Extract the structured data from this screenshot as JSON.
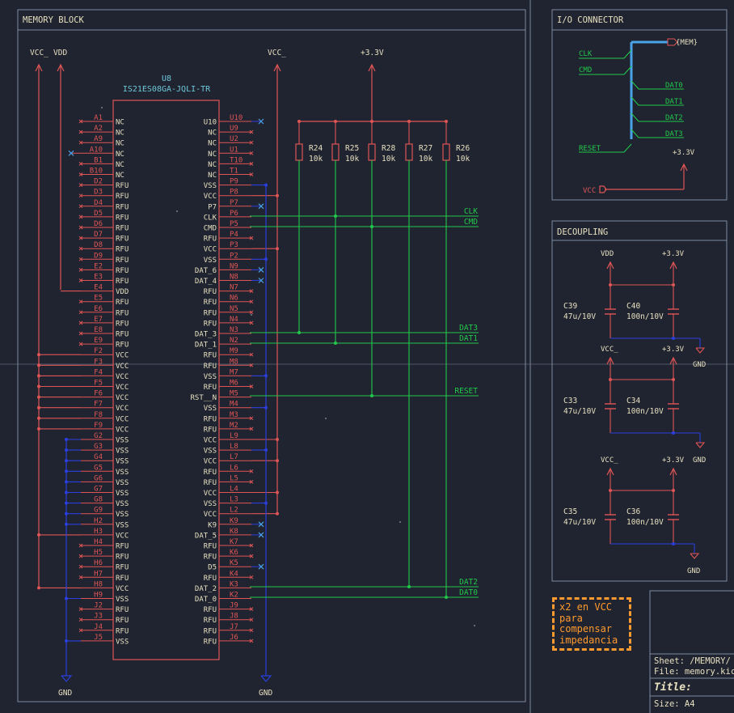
{
  "blocks": {
    "memory": "MEMORY BLOCK",
    "io": "I/O CONNECTOR",
    "decoupling": "DECOUPLING"
  },
  "chip": {
    "ref": "U8",
    "part": "IS21ES08GA-JQLI-TR",
    "left_pins": [
      [
        "A1",
        "NC"
      ],
      [
        "A2",
        "NC"
      ],
      [
        "A9",
        "NC"
      ],
      [
        "A10",
        "NC"
      ],
      [
        "B1",
        "NC"
      ],
      [
        "B10",
        "NC"
      ],
      [
        "D2",
        "RFU"
      ],
      [
        "D3",
        "RFU"
      ],
      [
        "D4",
        "RFU"
      ],
      [
        "D5",
        "RFU"
      ],
      [
        "D6",
        "RFU"
      ],
      [
        "D7",
        "RFU"
      ],
      [
        "D8",
        "RFU"
      ],
      [
        "D9",
        "RFU"
      ],
      [
        "E2",
        "RFU"
      ],
      [
        "E3",
        "RFU"
      ],
      [
        "E4",
        "VDD"
      ],
      [
        "E5",
        "RFU"
      ],
      [
        "E6",
        "RFU"
      ],
      [
        "E7",
        "RFU"
      ],
      [
        "E8",
        "RFU"
      ],
      [
        "E9",
        "RFU"
      ],
      [
        "F2",
        "VCC"
      ],
      [
        "F3",
        "VCC"
      ],
      [
        "F4",
        "VCC"
      ],
      [
        "F5",
        "VCC"
      ],
      [
        "F6",
        "VCC"
      ],
      [
        "F7",
        "VCC"
      ],
      [
        "F8",
        "VCC"
      ],
      [
        "F9",
        "VCC"
      ],
      [
        "G2",
        "VSS"
      ],
      [
        "G3",
        "VSS"
      ],
      [
        "G4",
        "VSS"
      ],
      [
        "G5",
        "VSS"
      ],
      [
        "G6",
        "VSS"
      ],
      [
        "G7",
        "VSS"
      ],
      [
        "G8",
        "VSS"
      ],
      [
        "G9",
        "VSS"
      ],
      [
        "H2",
        "VSS"
      ],
      [
        "H3",
        "VCC"
      ],
      [
        "H4",
        "RFU"
      ],
      [
        "H5",
        "RFU"
      ],
      [
        "H6",
        "RFU"
      ],
      [
        "H7",
        "RFU"
      ],
      [
        "H8",
        "VCC"
      ],
      [
        "H9",
        "VSS"
      ],
      [
        "J2",
        "RFU"
      ],
      [
        "J3",
        "RFU"
      ],
      [
        "J4",
        "RFU"
      ],
      [
        "J5",
        "VSS"
      ]
    ],
    "right_pins": [
      [
        "U10",
        "U10"
      ],
      [
        "NC",
        "U9"
      ],
      [
        "NC",
        "U2"
      ],
      [
        "NC",
        "U1"
      ],
      [
        "NC",
        "T10"
      ],
      [
        "NC",
        "T1"
      ],
      [
        "VSS",
        "P9"
      ],
      [
        "VCC",
        "P8"
      ],
      [
        "P7",
        "P7"
      ],
      [
        "CLK",
        "P6"
      ],
      [
        "CMD",
        "P5"
      ],
      [
        "RFU",
        "P4"
      ],
      [
        "VCC",
        "P3"
      ],
      [
        "VSS",
        "P2"
      ],
      [
        "DAT_6",
        "N9"
      ],
      [
        "DAT_4",
        "N8"
      ],
      [
        "RFU",
        "N7"
      ],
      [
        "RFU",
        "N6"
      ],
      [
        "RFU",
        "N5"
      ],
      [
        "RFU",
        "N4"
      ],
      [
        "DAT_3",
        "N3"
      ],
      [
        "DAT_1",
        "N2"
      ],
      [
        "RFU",
        "M9"
      ],
      [
        "RFU",
        "M8"
      ],
      [
        "VSS",
        "M7"
      ],
      [
        "RFU",
        "M6"
      ],
      [
        "RST__N",
        "M5"
      ],
      [
        "VSS",
        "M4"
      ],
      [
        "RFU",
        "M3"
      ],
      [
        "RFU",
        "M2"
      ],
      [
        "VCC",
        "L9"
      ],
      [
        "VSS",
        "L8"
      ],
      [
        "VCC",
        "L7"
      ],
      [
        "RFU",
        "L6"
      ],
      [
        "RFU",
        "L5"
      ],
      [
        "VCC",
        "L4"
      ],
      [
        "VSS",
        "L3"
      ],
      [
        "VCC",
        "L2"
      ],
      [
        "K9",
        "K9"
      ],
      [
        "DAT_5",
        "K8"
      ],
      [
        "RFU",
        "K7"
      ],
      [
        "RFU",
        "K6"
      ],
      [
        "D5",
        "K5"
      ],
      [
        "RFU",
        "K4"
      ],
      [
        "DAT_2",
        "K3"
      ],
      [
        "DAT_0",
        "K2"
      ],
      [
        "RFU",
        "J9"
      ],
      [
        "RFU",
        "J8"
      ],
      [
        "RFU",
        "J7"
      ],
      [
        "RFU",
        "J6"
      ]
    ]
  },
  "power": {
    "vcc_left": "VCC_",
    "vdd_left": "VDD",
    "vcc_mid": "VCC_",
    "v33": "+3.3V",
    "gnd": "GND"
  },
  "resistors": [
    {
      "ref": "R24",
      "val": "10k"
    },
    {
      "ref": "R25",
      "val": "10k"
    },
    {
      "ref": "R28",
      "val": "10k"
    },
    {
      "ref": "R27",
      "val": "10k"
    },
    {
      "ref": "R26",
      "val": "10k"
    }
  ],
  "nets": {
    "clk": "CLK",
    "cmd": "CMD",
    "dat3": "DAT3",
    "dat1": "DAT1",
    "reset": "RESET",
    "dat2": "DAT2",
    "dat0": "DAT0"
  },
  "io": {
    "mem": "{MEM}",
    "clk": "CLK",
    "cmd": "CMD",
    "dat0": "DAT0",
    "dat1": "DAT1",
    "dat2": "DAT2",
    "dat3": "DAT3",
    "reset": "RESET",
    "v33": "+3.3V",
    "vcc": "VCC"
  },
  "decoupling": [
    {
      "top_left": "VDD",
      "top_right": "+3.3V",
      "c1_ref": "C39",
      "c1_val": "47u/10V",
      "c2_ref": "C40",
      "c2_val": "100n/10V",
      "gnd": "GND"
    },
    {
      "top_left": "VCC_",
      "top_right": "+3.3V",
      "c1_ref": "C33",
      "c1_val": "47u/10V",
      "c2_ref": "C34",
      "c2_val": "100n/10V",
      "gnd": "GND"
    },
    {
      "top_left": "VCC_",
      "top_right": "+3.3V",
      "c1_ref": "C35",
      "c1_val": "47u/10V",
      "c2_ref": "C36",
      "c2_val": "100n/10V",
      "gnd": "GND"
    }
  ],
  "note": [
    "x2 en VCC",
    "para",
    "compensar",
    "impedancia"
  ],
  "titleblock": {
    "sheet": "Sheet: /MEMORY/",
    "file": "File: memory.kica",
    "title": "Title:",
    "size": "Size: A4"
  },
  "colors": {
    "background": "#1f2430",
    "component": "#e05555",
    "wire": "#22c94a",
    "gnd_wire": "#2b3fe0",
    "text": "#e8e0c0",
    "label_blue": "#6fc7d8",
    "bus": "#4aa3e8",
    "note": "#ff9a2e"
  }
}
